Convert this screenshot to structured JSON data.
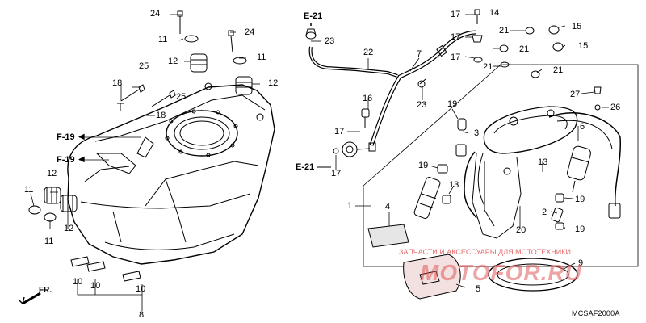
{
  "diagram": {
    "code": "MCSAF2000A",
    "front_label": "FR.",
    "watermark": {
      "line1": "ЗАПЧАСТИ И АКСЕССУАРЫ ДЛЯ МОТОТЕХНИКИ",
      "line2": "MOTOFOR.RU"
    },
    "refs": {
      "e21_top": "E-21",
      "e21_bottom": "E-21",
      "f19_upper": "F-19",
      "f19_lower": "F-19"
    },
    "callouts": {
      "c24a": "24",
      "c24b": "24",
      "c11a": "11",
      "c11b": "11",
      "c11c": "11",
      "c11d": "11",
      "c12a": "12",
      "c12b": "12",
      "c12c": "12",
      "c12d": "12",
      "c25a": "25",
      "c25b": "25",
      "c18a": "18",
      "c18b": "18",
      "c10a": "10",
      "c10b": "10",
      "c10c": "10",
      "c8": "8",
      "c23a": "23",
      "c23b": "23",
      "c22": "22",
      "c7": "7",
      "c16": "16",
      "c17a": "17",
      "c17b": "17",
      "c17c": "17",
      "c17d": "17",
      "c14": "14",
      "c21a": "21",
      "c21b": "21",
      "c21c": "21",
      "c21d": "21",
      "c15a": "15",
      "c15b": "15",
      "c19a": "19",
      "c19b": "19",
      "c19c": "19",
      "c19d": "19",
      "c3": "3",
      "c13a": "13",
      "c13b": "13",
      "c27": "27",
      "c26": "26",
      "c6": "6",
      "c1": "1",
      "c2": "2",
      "c4": "4",
      "c5": "5",
      "c20": "20",
      "c9": "9"
    }
  }
}
